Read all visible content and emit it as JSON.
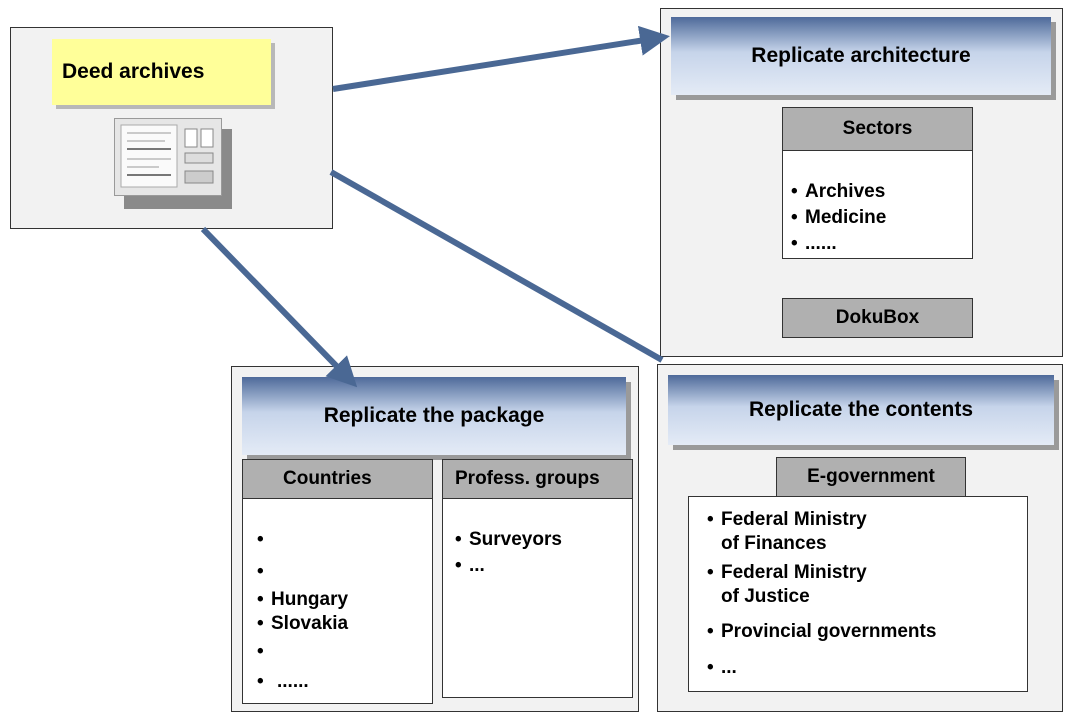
{
  "deed": {
    "label": "Deed archives"
  },
  "architecture": {
    "title": "Replicate architecture",
    "sectors": {
      "header": "Sectors",
      "items": [
        "Archives",
        "Medicine",
        "......"
      ]
    },
    "dokubox": "DokuBox"
  },
  "package": {
    "title": "Replicate the package",
    "countries": {
      "header": "Countries",
      "items": [
        "",
        "",
        "Hungary",
        "Slovakia",
        "",
        "......"
      ]
    },
    "groups": {
      "header": "Profess. groups",
      "items": [
        "Surveyors",
        "..."
      ]
    }
  },
  "contents": {
    "title": "Replicate the contents",
    "egov": {
      "header": "E-government",
      "items": [
        {
          "line1": "Federal Ministry",
          "line2": "of Finances"
        },
        {
          "line1": "Federal Ministry",
          "line2": "of Justice"
        },
        {
          "line1": "Provincial governments",
          "line2": ""
        },
        {
          "line1": "...",
          "line2": ""
        }
      ]
    }
  },
  "bullet": "•",
  "colors": {
    "arrow": "#4a6894",
    "banner_dark": "#4e6a9a",
    "panel": "#f2f2f2",
    "gray_box": "#b0b0b0",
    "sticky": "#ffff99"
  }
}
